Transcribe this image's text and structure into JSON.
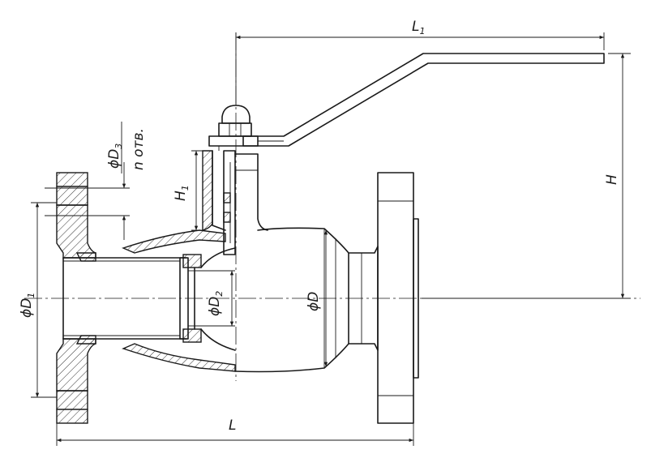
{
  "labels": {
    "L1": {
      "main": "L",
      "sub": "1"
    },
    "H": {
      "main": "H",
      "sub": ""
    },
    "H1": {
      "main": "H",
      "sub": "1"
    },
    "D3": {
      "main": "ϕD",
      "sub": "3"
    },
    "holes": {
      "main": "n отв.",
      "sub": ""
    },
    "D1": {
      "main": "ϕD",
      "sub": "1"
    },
    "D2": {
      "main": "ϕD",
      "sub": "2"
    },
    "D": {
      "main": "ϕD",
      "sub": ""
    },
    "L": {
      "main": "L",
      "sub": ""
    }
  },
  "colors": {
    "line": "#1a1a1a",
    "background": "#ffffff"
  }
}
